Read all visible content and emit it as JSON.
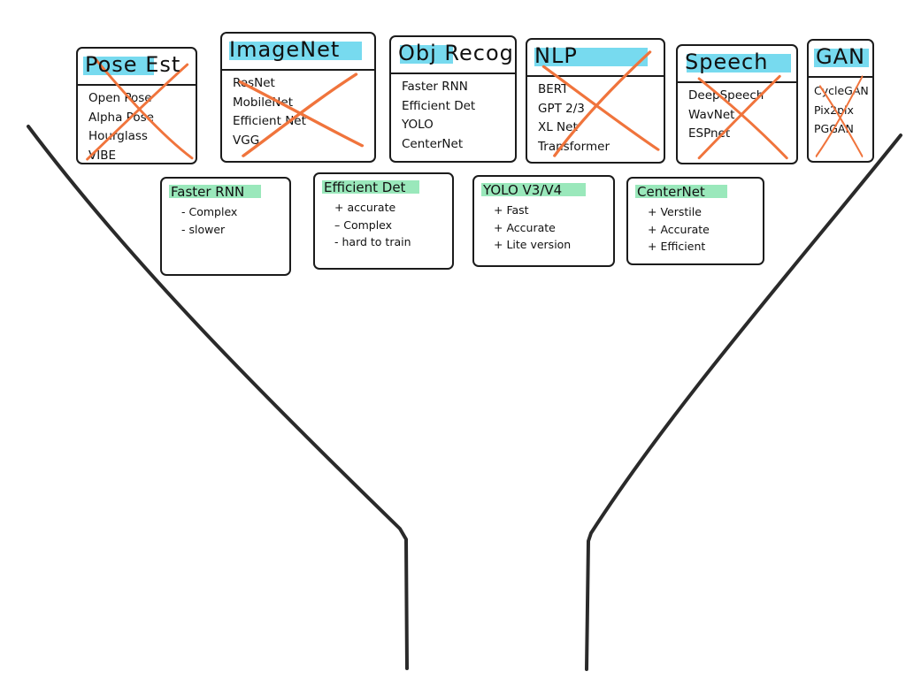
{
  "categories": [
    {
      "title": "Pose Est",
      "items": [
        "Open Pose",
        "Alpha Pose",
        "Hourglass",
        "VIBE"
      ],
      "crossed": true
    },
    {
      "title": "ImageNet",
      "items": [
        "ResNet",
        "MobileNet",
        "Efficient Net",
        "VGG"
      ],
      "crossed": true
    },
    {
      "title": "Obj Recog",
      "items": [
        "Faster RNN",
        "Efficient Det",
        "YOLO",
        "CenterNet"
      ],
      "crossed": false
    },
    {
      "title": "NLP",
      "items": [
        "BERT",
        "GPT 2/3",
        "XL Net",
        "Transformer"
      ],
      "crossed": true
    },
    {
      "title": "Speech",
      "items": [
        "DeepSpeech",
        "WavNet",
        "ESPnet"
      ],
      "crossed": true
    },
    {
      "title": "GAN",
      "items": [
        "CycleGAN",
        "Pix2pix",
        "PGGAN"
      ],
      "crossed": true
    }
  ],
  "notes": [
    {
      "title": "Faster RNN",
      "items": [
        "- Complex",
        "- slower"
      ]
    },
    {
      "title": "Efficient Det",
      "items": [
        "+ accurate",
        "– Complex",
        "- hard to train"
      ]
    },
    {
      "title": "YOLO V3/V4",
      "items": [
        "+ Fast",
        "+ Accurate",
        "+ Lite version"
      ]
    },
    {
      "title": "CenterNet",
      "items": [
        "+ Verstile",
        "+ Accurate",
        "+ Efficient"
      ]
    }
  ],
  "colors": {
    "ink": "#1b1b1b",
    "title_highlight": "#5fd4ec",
    "note_highlight": "#8fe6b4",
    "cross": "#f0743c",
    "funnel": "#2a2a2a"
  }
}
